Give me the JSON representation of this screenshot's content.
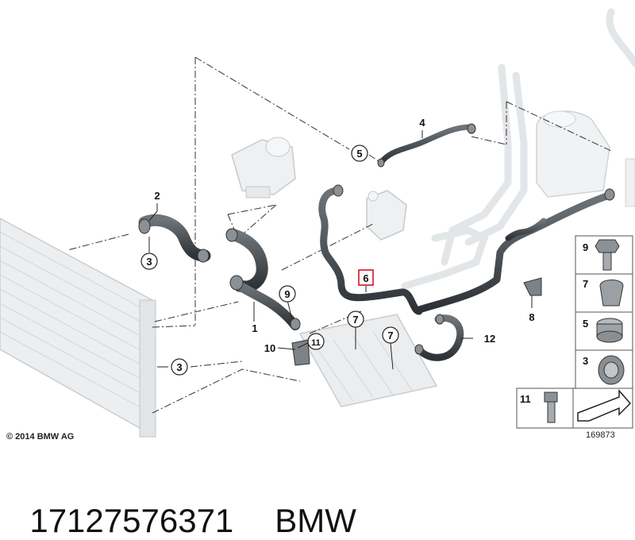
{
  "callouts": [
    {
      "id": "c1",
      "label": "1"
    },
    {
      "id": "c2",
      "label": "2"
    },
    {
      "id": "c3a",
      "label": "3"
    },
    {
      "id": "c3b",
      "label": "3"
    },
    {
      "id": "c4",
      "label": "4"
    },
    {
      "id": "c5",
      "label": "5"
    },
    {
      "id": "c6",
      "label": "6"
    },
    {
      "id": "c7a",
      "label": "7"
    },
    {
      "id": "c7b",
      "label": "7"
    },
    {
      "id": "c8",
      "label": "8"
    },
    {
      "id": "c9",
      "label": "9"
    },
    {
      "id": "c10",
      "label": "10"
    },
    {
      "id": "c11",
      "label": "11"
    },
    {
      "id": "c12",
      "label": "12"
    }
  ],
  "legend": [
    "9",
    "7",
    "5",
    "3",
    "11"
  ],
  "copyright": "© 2014 BMW AG",
  "figure_number": "169873",
  "caption": {
    "part_number": "17127576371",
    "brand": "BMW"
  }
}
